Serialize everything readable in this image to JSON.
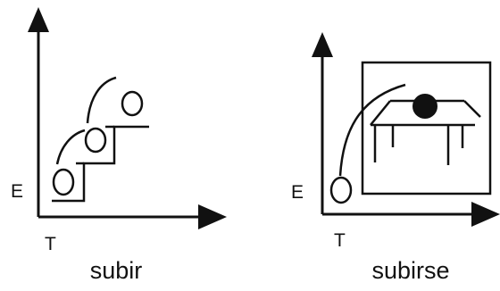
{
  "panels": [
    {
      "id": "subir",
      "caption": "subir",
      "y_axis_label": "E",
      "x_axis_label": "T"
    },
    {
      "id": "subirse",
      "caption": "subirse",
      "y_axis_label": "E",
      "x_axis_label": "T"
    }
  ],
  "colors": {
    "ink": "#111111",
    "background": "#ffffff"
  },
  "icons": {
    "subir": [
      "ball-icon",
      "step-icon",
      "jump-arc-icon"
    ],
    "subirse": [
      "ball-icon",
      "table-icon",
      "filled-ball-icon",
      "jump-arc-icon"
    ]
  }
}
